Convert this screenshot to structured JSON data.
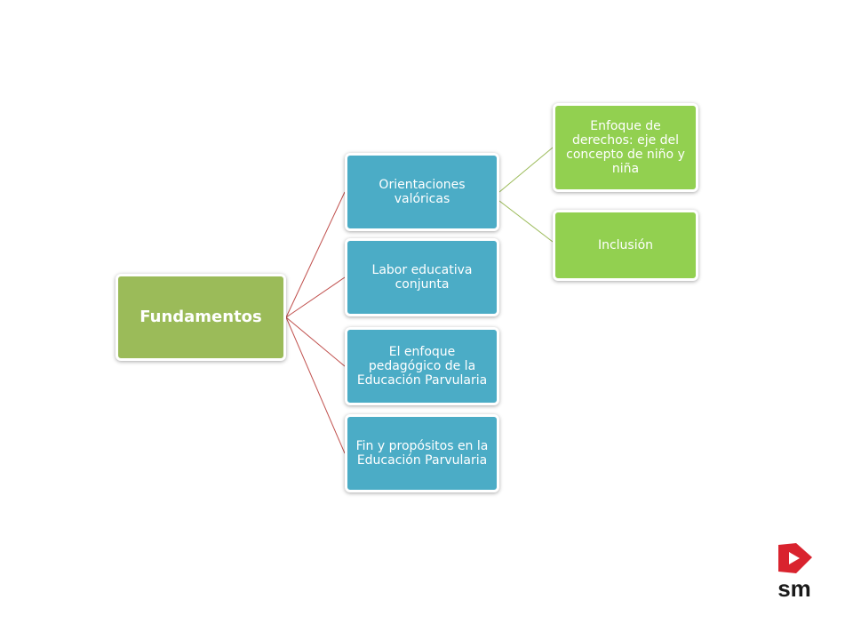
{
  "root": {
    "label": "Fundamentos"
  },
  "level1": [
    {
      "id": "orientaciones",
      "label": "Orientaciones valóricas"
    },
    {
      "id": "labor",
      "label": "Labor educativa conjunta"
    },
    {
      "id": "enfoque",
      "label": "El enfoque pedagógico de la Educación Parvularia"
    },
    {
      "id": "fin",
      "label": "Fin y propósitos en la Educación Parvularia"
    }
  ],
  "level2": [
    {
      "parent": "orientaciones",
      "label": "Enfoque de derechos: eje del concepto de niño y niña"
    },
    {
      "parent": "orientaciones",
      "label": "Inclusión"
    }
  ],
  "logo": {
    "text": "sm",
    "icon": "sm-play-logo-icon",
    "color": "#d9232e"
  },
  "colors": {
    "root": "#9bbb59",
    "level1": "#4bacc6",
    "level2": "#92d050",
    "connector_root": "#c0504d",
    "connector_level1": "#9bbb59"
  }
}
